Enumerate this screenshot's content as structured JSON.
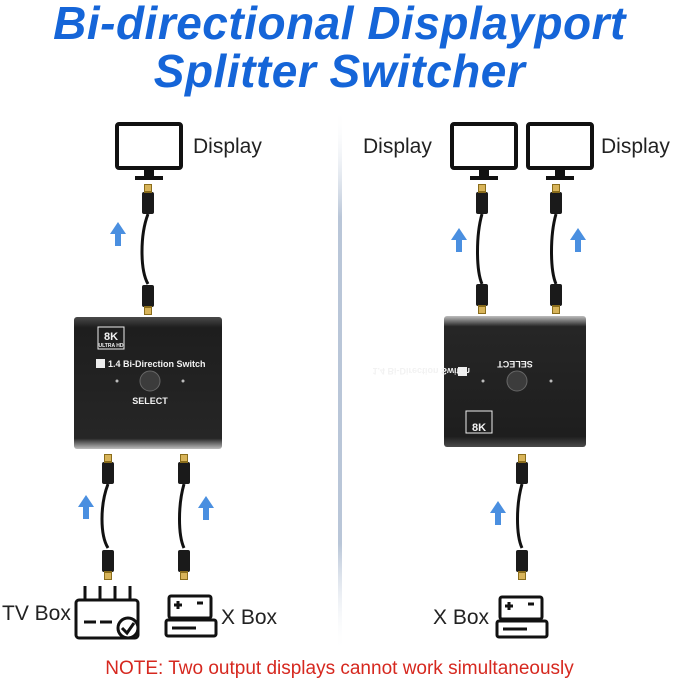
{
  "title": {
    "line1": "Bi-directional Displayport",
    "line2": "Splitter Switcher"
  },
  "labels": {
    "display_left": "Display",
    "display_right_a": "Display",
    "display_right_b": "Display",
    "tv_box": "TV Box",
    "x_box_left": "X Box",
    "x_box_right": "X Box"
  },
  "device": {
    "badge": "8K",
    "badge_sub": "ULTRA HD",
    "name": "1.4 Bi-Direction Switch",
    "button": "SELECT"
  },
  "note": "NOTE: Two output displays cannot work simultaneously",
  "colors": {
    "title": "#1565d8",
    "arrow": "#4a8fe0",
    "note": "#d6281f",
    "device": "#2a2a2a"
  }
}
